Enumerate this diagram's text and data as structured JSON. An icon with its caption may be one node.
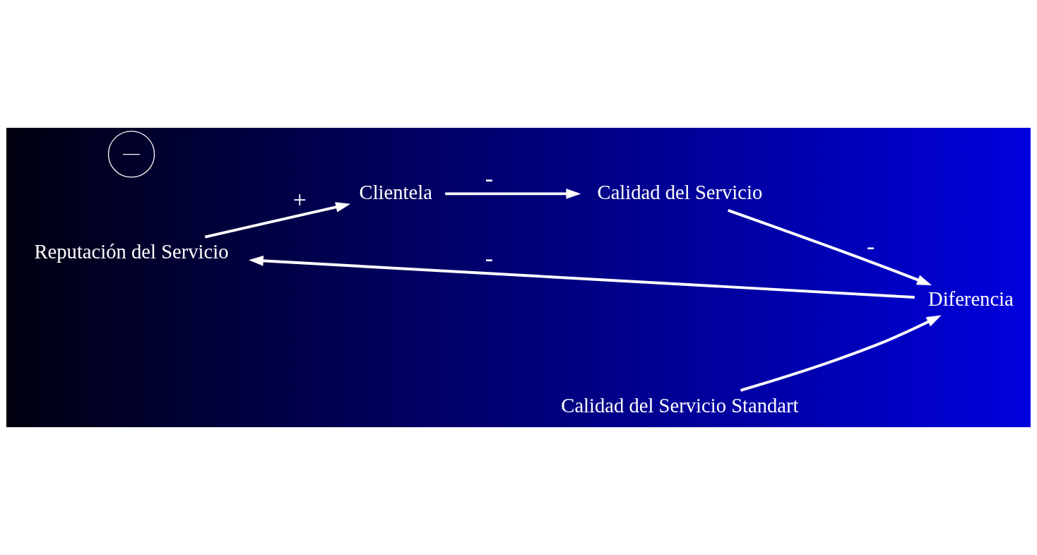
{
  "diagram": {
    "nodes": [
      {
        "text": [
          "Reputación del Servicio"
        ]
      },
      {
        "text": [
          "Diferencia"
        ]
      },
      {
        "text": [
          "Clientela"
        ]
      },
      {
        "text": [
          "Calidad del Servicio Standart"
        ]
      },
      {
        "text": [
          "Calidad del Servicio"
        ]
      }
    ],
    "edges": [
      {
        "from": 1,
        "to": 0,
        "arrow": "to",
        "label": "-"
      },
      {
        "from": 0,
        "to": 2,
        "arrow": "to",
        "label": "+"
      },
      {
        "from": 2,
        "to": 4,
        "arrow": "to",
        "label": "-"
      },
      {
        "from": 4,
        "to": 1,
        "arrow": "to",
        "label": "-"
      },
      {
        "from": 3,
        "to": 1,
        "arrow": "to"
      }
    ],
    "labels": [
      "—"
    ]
  }
}
